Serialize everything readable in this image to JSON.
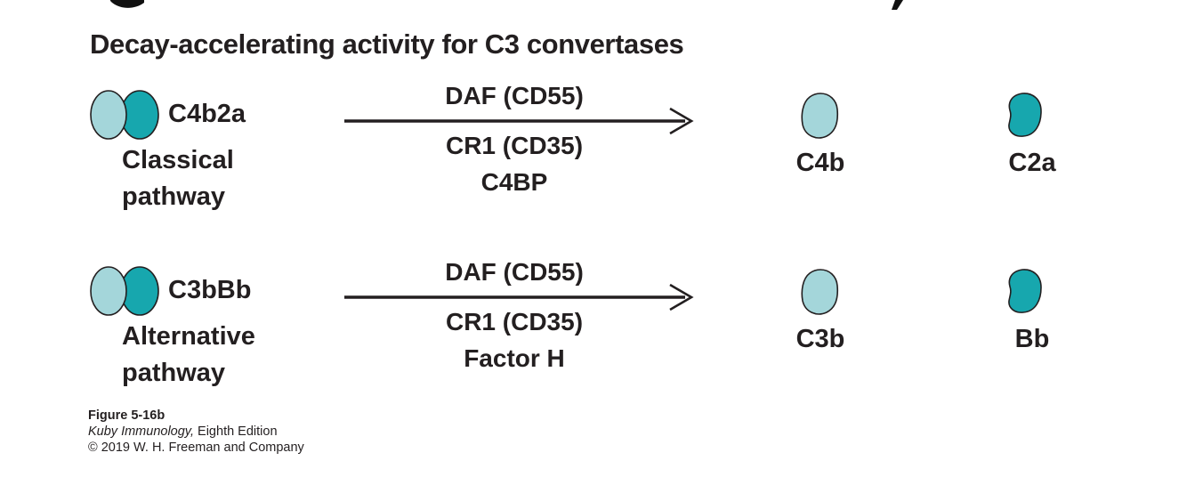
{
  "title": "Decay-accelerating activity for C3 convertases",
  "rows": [
    {
      "complex_label": "C4b2a",
      "pathway_line1": "Classical",
      "pathway_line2": "pathway",
      "arrow_top": "DAF (CD55)",
      "arrow_bottom1": "CR1 (CD35)",
      "arrow_bottom2": "C4BP",
      "product1": "C4b",
      "product2": "C2a"
    },
    {
      "complex_label": "C3bBb",
      "pathway_line1": "Alternative",
      "pathway_line2": "pathway",
      "arrow_top": "DAF (CD55)",
      "arrow_bottom1": "CR1 (CD35)",
      "arrow_bottom2": "Factor H",
      "product1": "C3b",
      "product2": "Bb"
    }
  ],
  "caption": {
    "figure": "Figure 5-16b",
    "book_italic": "Kuby Immunology,",
    "book_rest": " Eighth Edition",
    "copyright": "© 2019 W. H. Freeman and Company"
  },
  "colors": {
    "light_teal": "#a4d6da",
    "dark_teal": "#17a7ae",
    "outline": "#231f20",
    "text": "#231f20"
  }
}
